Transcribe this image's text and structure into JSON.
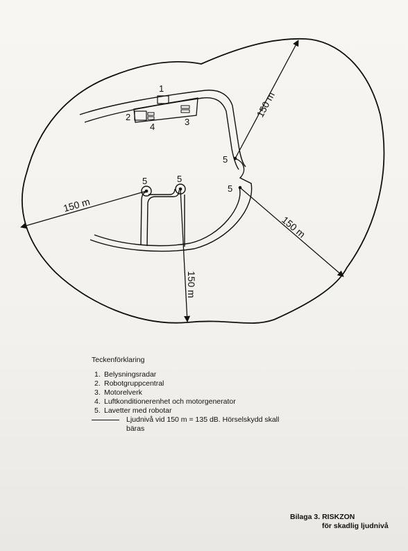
{
  "diagram": {
    "distance_label": "150 m",
    "numbers": {
      "n1": "1",
      "n2": "2",
      "n3": "3",
      "n4": "4",
      "n5": "5"
    }
  },
  "legend": {
    "title": "Teckenförklaring",
    "items": [
      {
        "num": "1.",
        "text": "Belysningsradar"
      },
      {
        "num": "2.",
        "text": "Robotgruppcentral"
      },
      {
        "num": "3.",
        "text": "Motorelverk"
      },
      {
        "num": "4.",
        "text": "Luftkonditionerenhet och motorgenerator"
      },
      {
        "num": "5.",
        "text": "Lavetter med robotar"
      }
    ],
    "line_text": "Ljudnivå vid 150 m = 135 dB. Hörselskydd skall bäras"
  },
  "caption": {
    "line1": "Bilaga 3. RISKZON",
    "line2": "för skadlig ljudnivå"
  }
}
